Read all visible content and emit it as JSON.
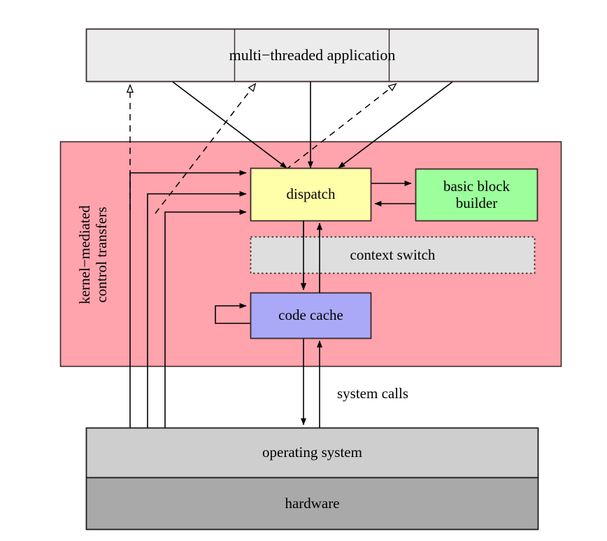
{
  "diagram": {
    "title_text": "multi-threaded application",
    "colors": {
      "app_fill": "#ececec",
      "region_fill": "#ffa3ac",
      "dispatch_fill": "#ffffaa",
      "builder_fill": "#9cff9c",
      "context_fill": "#dedede",
      "code_cache_fill": "#a9a9f7",
      "os_fill": "#cecece",
      "hardware_fill": "#a9a9a9",
      "stroke": "#3a2b2b",
      "line": "#000000"
    },
    "nodes": {
      "application": {
        "label": "multi−threaded application"
      },
      "region": {
        "label": "kernel−mediated\ncontrol transfers"
      },
      "dispatch": {
        "label": "dispatch"
      },
      "basic_block_builder": {
        "label": "basic block\nbuilder"
      },
      "context_switch": {
        "label": "context switch"
      },
      "code_cache": {
        "label": "code cache"
      },
      "operating_system": {
        "label": "operating system"
      },
      "hardware": {
        "label": "hardware"
      }
    },
    "edge_labels": {
      "system_calls": "system calls"
    }
  }
}
